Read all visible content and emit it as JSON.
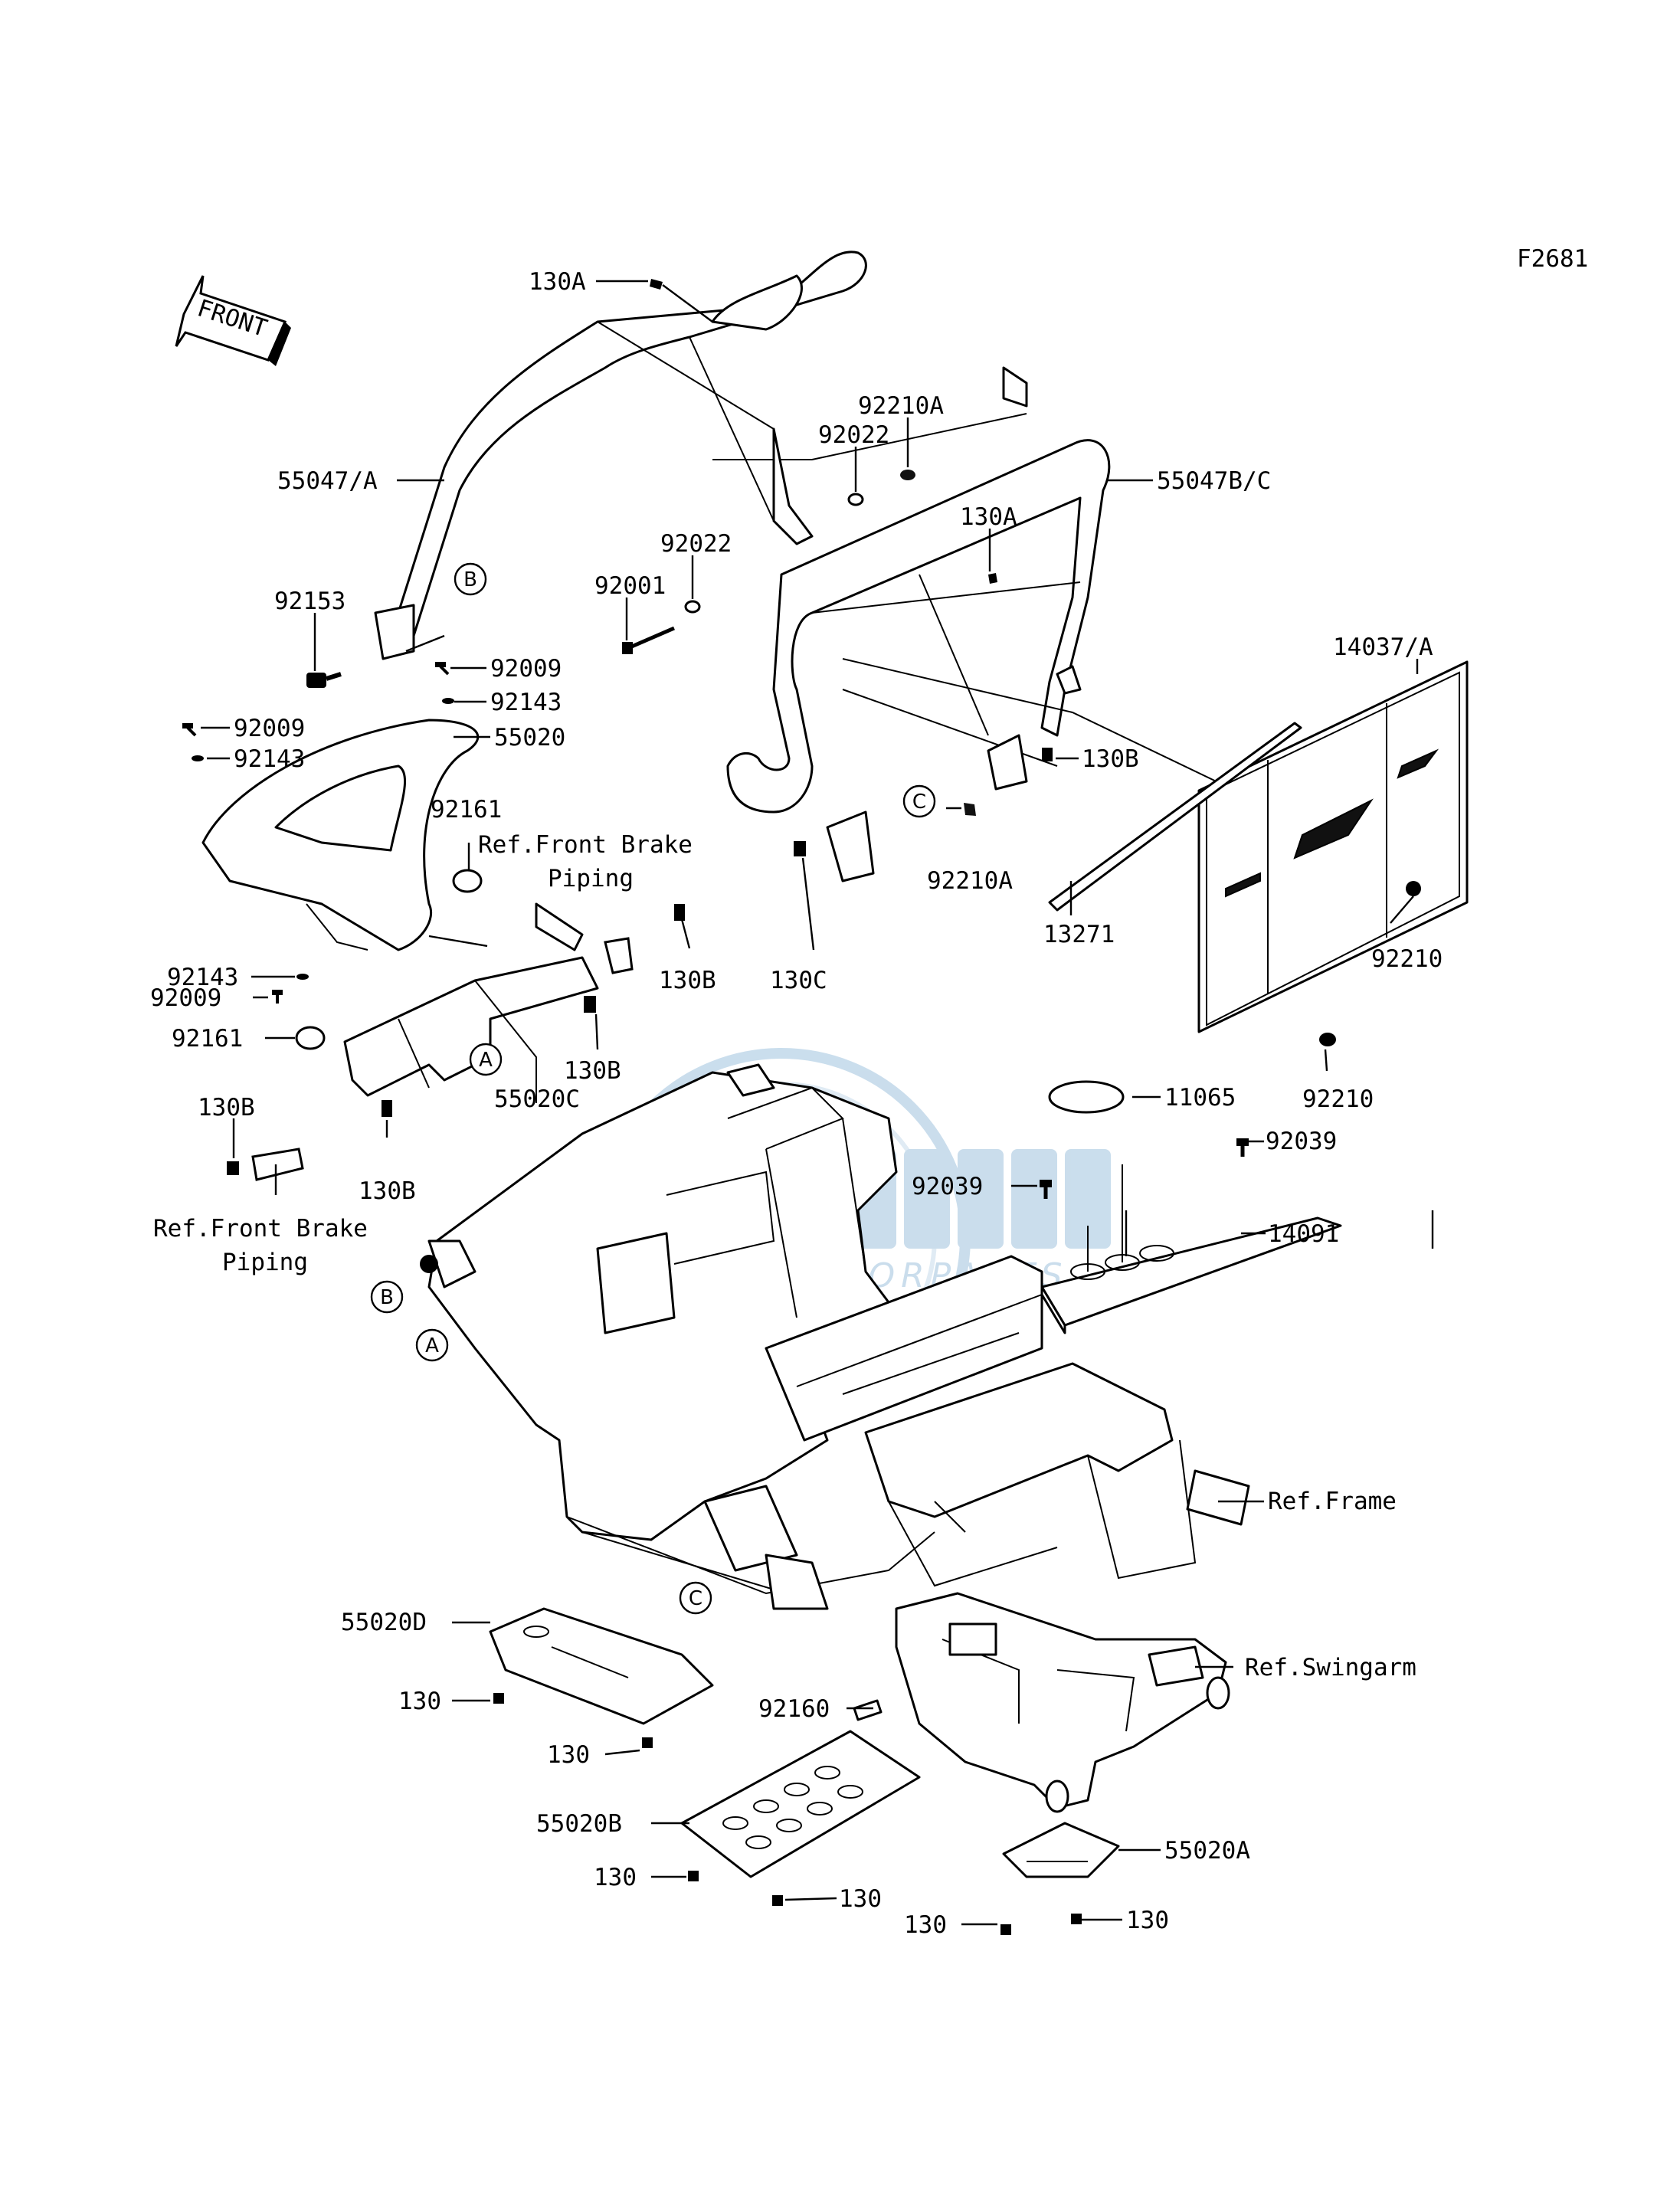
{
  "figure_code": "F2681",
  "front_label": "FRONT",
  "watermark": {
    "brand_letters": "Mm",
    "text": "MOTORPARTS",
    "color": "#9fc3de"
  },
  "part_labels": {
    "p130A_top": "130A",
    "p55047A": "55047/A",
    "p92210A_top": "92210A",
    "p92022_upper": "92022",
    "p55047BC": "55047B/C",
    "p130A_mid": "130A",
    "p92022_lower": "92022",
    "p92001": "92001",
    "p92153": "92153",
    "p14037A": "14037/A",
    "p92009_a": "92009",
    "p92143_a": "92143",
    "p92009_b": "92009",
    "p55020": "55020",
    "p92143_b": "92143",
    "p130B_r": "130B",
    "p92161_top": "92161",
    "p92210A_mid": "92210A",
    "p13271": "13271",
    "p92210_a": "92210",
    "p130C": "130C",
    "p130B_mid": "130B",
    "p92143_c": "92143",
    "p92009_c": "92009",
    "p92161_left": "92161",
    "p130B_c": "130B",
    "p55020C": "55020C",
    "p92210_b": "92210",
    "p130B_left": "130B",
    "p11065": "11065",
    "p92039_a": "92039",
    "p130B_low": "130B",
    "p92039_b": "92039",
    "p14091": "14091",
    "p55020D": "55020D",
    "p130_a": "130",
    "p130_b": "130",
    "p92160": "92160",
    "p55020B": "55020B",
    "p130_c": "130",
    "p130_d": "130",
    "p55020A": "55020A",
    "p130_e": "130",
    "p130_f": "130"
  },
  "reference_labels": {
    "front_brake_upper_l1": "Ref.Front Brake",
    "front_brake_upper_l2": "Piping",
    "front_brake_lower_l1": "Ref.Front Brake",
    "front_brake_lower_l2": "Piping",
    "frame": "Ref.Frame",
    "swingarm": "Ref.Swingarm"
  },
  "callouts": {
    "A": "A",
    "B": "B",
    "C": "C"
  }
}
